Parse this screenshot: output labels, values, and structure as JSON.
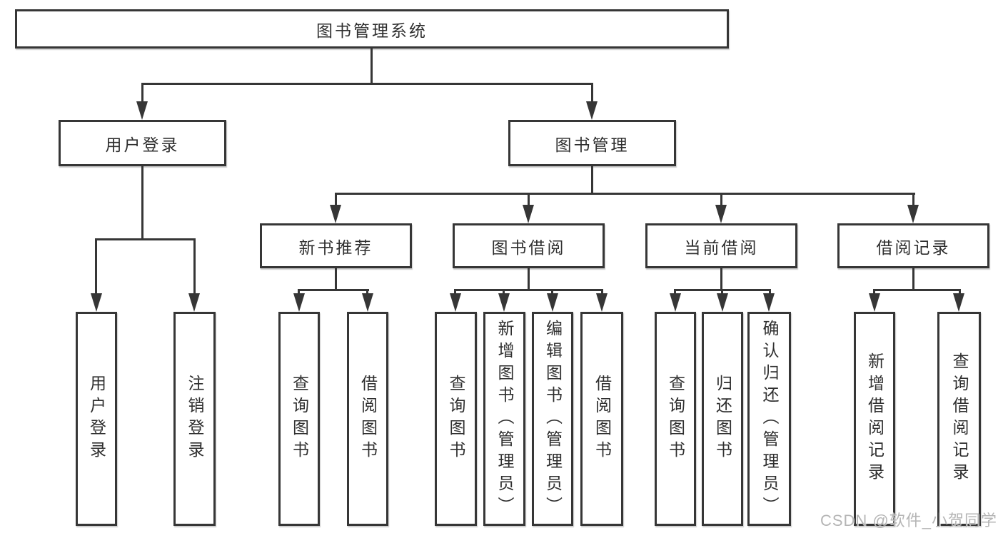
{
  "tree": {
    "root": {
      "label": "图书管理系统"
    },
    "children": [
      {
        "label": "用户登录",
        "children": [
          {
            "label": "用户登录"
          },
          {
            "label": "注销登录"
          }
        ]
      },
      {
        "label": "图书管理",
        "children": [
          {
            "label": "新书推荐",
            "children": [
              {
                "label": "查询图书"
              },
              {
                "label": "借阅图书"
              }
            ]
          },
          {
            "label": "图书借阅",
            "children": [
              {
                "label": "查询图书"
              },
              {
                "label": "新增图书（管理员）"
              },
              {
                "label": "编辑图书（管理员）"
              },
              {
                "label": "借阅图书"
              }
            ]
          },
          {
            "label": "当前借阅",
            "children": [
              {
                "label": "查询图书"
              },
              {
                "label": "归还图书"
              },
              {
                "label": "确认归还（管理员）"
              }
            ]
          },
          {
            "label": "借阅记录",
            "children": [
              {
                "label": "新增借阅记录"
              },
              {
                "label": "查询借阅记录"
              }
            ]
          }
        ]
      }
    ]
  },
  "watermark": {
    "text": "CSDN @软件_小贺同学"
  },
  "colors": {
    "line": "#363636",
    "text": "#2f2f2f",
    "watermark": "#b5b5b5",
    "background": "#ffffff"
  }
}
